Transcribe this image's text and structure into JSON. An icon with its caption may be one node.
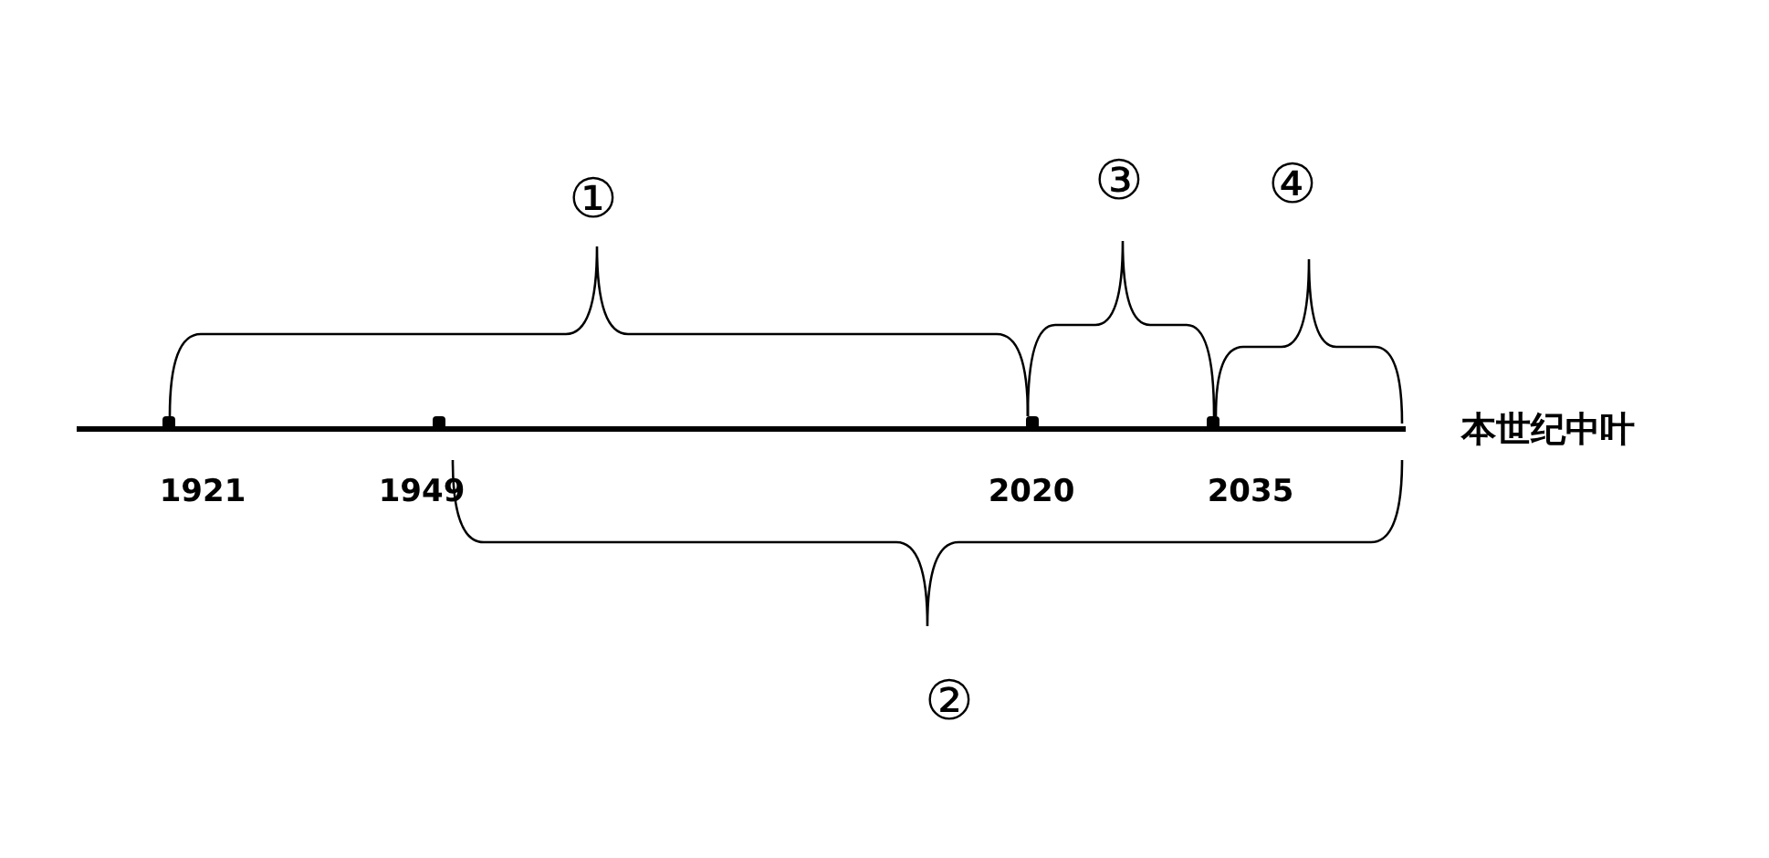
{
  "diagram": {
    "labels": [
      "①",
      "③",
      "④",
      "1921",
      "1949",
      "2020",
      "2035",
      "本世纪中叶",
      "②"
    ]
  }
}
